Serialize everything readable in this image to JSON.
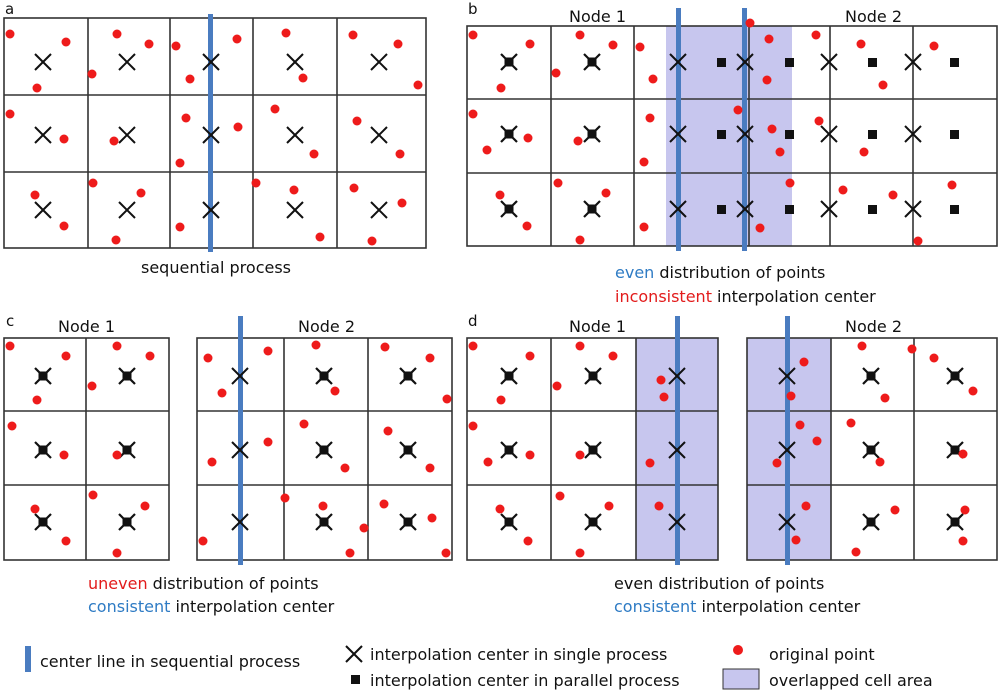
{
  "panels": {
    "a": {
      "label": "a",
      "caption": "sequential process"
    },
    "b": {
      "label": "b",
      "node1": "Node 1",
      "node2": "Node 2",
      "caption1_word": "even",
      "caption1_rest": " distribution of points",
      "caption2_word": "inconsistent",
      "caption2_rest": " interpolation center"
    },
    "c": {
      "label": "c",
      "node1": "Node 1",
      "node2": "Node 2",
      "caption1_word": "uneven",
      "caption1_rest": " distribution of points",
      "caption2_word": "consistent",
      "caption2_rest": " interpolation center"
    },
    "d": {
      "label": "d",
      "node1": "Node 1",
      "node2": "Node 2",
      "caption1_full": "even distribution of points",
      "caption2_word": "consistent",
      "caption2_rest": " interpolation center"
    }
  },
  "legend": {
    "center_line": "center line in sequential process",
    "x_single": "interpolation center in single process",
    "square_parallel": "interpolation center in parallel process",
    "original_point": "original point",
    "overlap_area": "overlapped cell area"
  },
  "colors": {
    "blue_line": "#4a7cc0",
    "red_point": "#ee1b1b",
    "overlap_fill": "#c7c6ee",
    "grid": "#333333",
    "blue_text": "#2e7bc4",
    "red_text": "#e21b1b"
  }
}
